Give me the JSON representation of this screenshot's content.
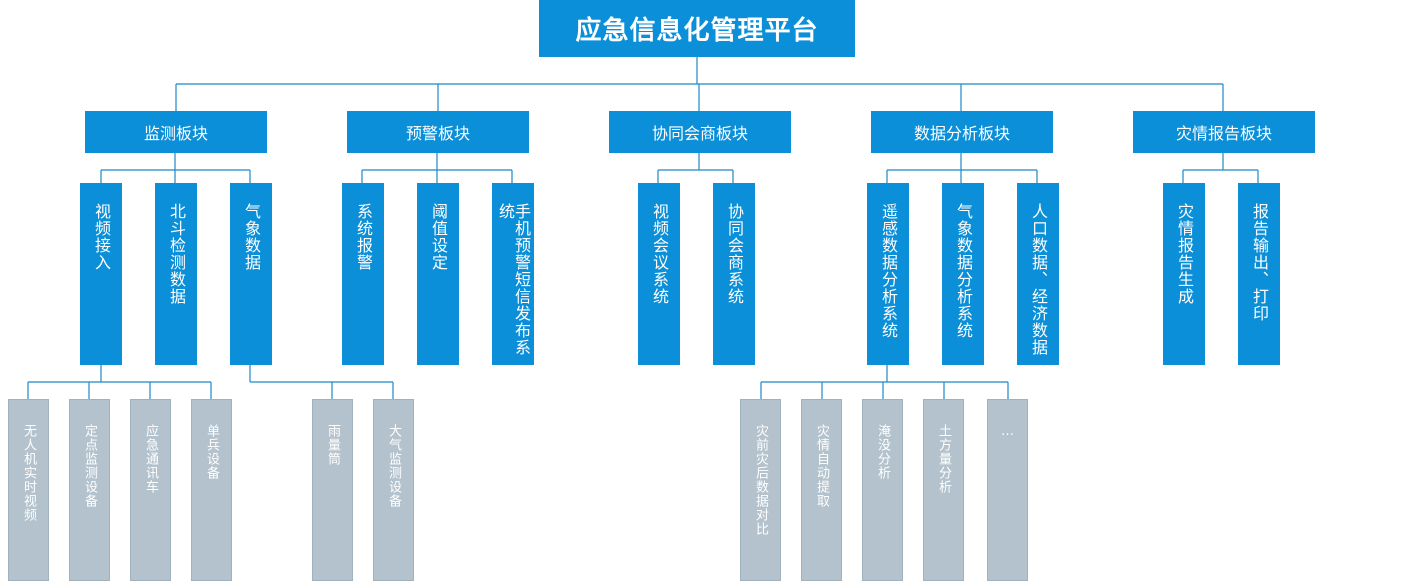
{
  "root": "应急信息化管理平台",
  "modules": [
    "监测板块",
    "预警板块",
    "协同会商板块",
    "数据分析板块",
    "灾情报告板块"
  ],
  "subs": [
    "视频接入",
    "北斗检测数据",
    "气象数据",
    "系统报警",
    "阈值设定",
    "手机预警短信发布系统",
    "视频会议系统",
    "协同会商系统",
    "遥感数据分析系统",
    "气象数据分析系统",
    "人口数据、经济数据",
    "灾情报告生成",
    "报告输出、打印"
  ],
  "leaves": [
    "无人机实时视频",
    "定点监测设备",
    "应急通讯车",
    "单兵设备",
    "雨量筒",
    "大气监测设备",
    "灾前灾后数据对比",
    "灾情自动提取",
    "淹没分析",
    "土方量分析",
    "…"
  ],
  "colors": {
    "primary": "#0a8fd8",
    "leaf": "#b3c2cc",
    "line": "#1f89c8"
  }
}
